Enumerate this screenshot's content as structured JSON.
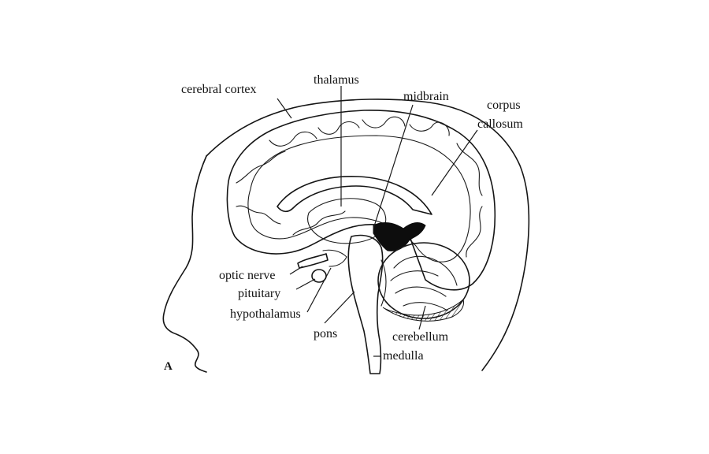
{
  "figure": {
    "panel_letter": "A",
    "labels": {
      "cerebral_cortex": "cerebral cortex",
      "thalamus": "thalamus",
      "midbrain": "midbrain",
      "corpus_line1": "corpus",
      "corpus_line2": "callosum",
      "optic_nerve": "optic nerve",
      "pituitary": "pituitary",
      "hypothalamus": "hypothalamus",
      "pons": "pons",
      "cerebellum": "cerebellum",
      "medulla": "medulla"
    },
    "colors": {
      "ink": "#151515",
      "background": "#ffffff",
      "fill_dark": "#0d0d0d"
    }
  }
}
